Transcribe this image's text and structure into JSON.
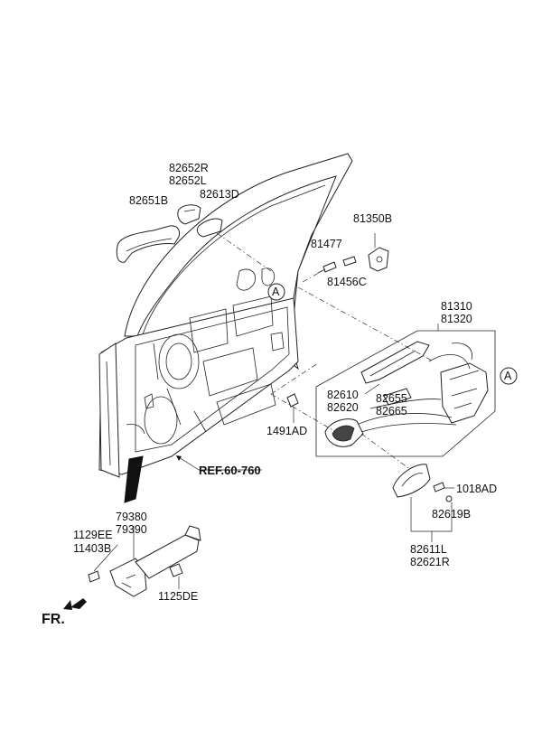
{
  "labels": {
    "p82652R": "82652R",
    "p82652L": "82652L",
    "p82651B": "82651B",
    "p82613D": "82613D",
    "p81350B": "81350B",
    "p81477": "81477",
    "p81456C": "81456C",
    "p81310": "81310",
    "p81320": "81320",
    "p82610": "82610",
    "p82620": "82620",
    "p82655": "82655",
    "p82665": "82665",
    "p1491AD": "1491AD",
    "ref": "REF.60-760",
    "p1018AD": "1018AD",
    "p82619B": "82619B",
    "p82611L": "82611L",
    "p82621R": "82621R",
    "p79380": "79380",
    "p79390": "79390",
    "p1129EE": "1129EE",
    "p11403B": "11403B",
    "p1125DE": "1125DE",
    "fr": "FR.",
    "calloutA1": "A",
    "calloutA2": "A"
  }
}
